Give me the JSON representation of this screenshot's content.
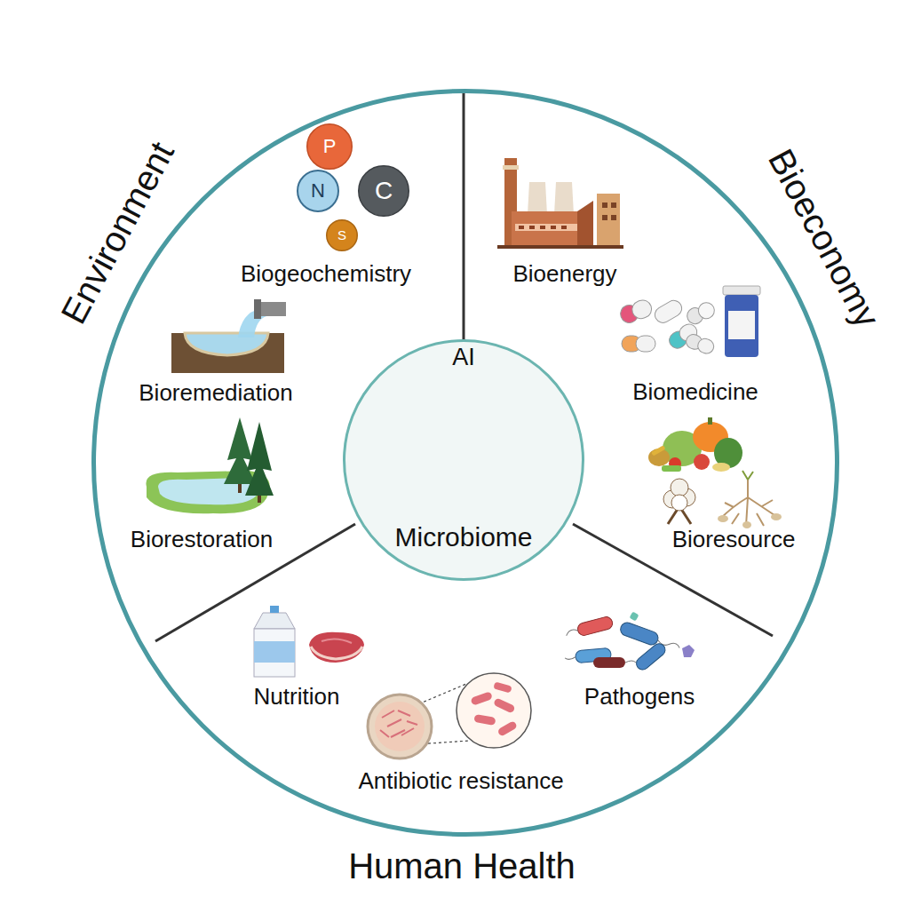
{
  "diagram": {
    "nodes": [
      {
        "text": [
          "Environment",
          "Bioeconomy",
          "Human Health"
        ]
      },
      {
        "text": [
          "P"
        ],
        "in": 0
      },
      {
        "text": [
          "N"
        ],
        "in": 0
      },
      {
        "text": [
          "C"
        ],
        "in": 0
      },
      {
        "text": [
          "S"
        ],
        "in": 0
      },
      {
        "text": [
          "AI",
          "Microbiome"
        ],
        "in": 0
      }
    ],
    "labels": [
      "Biogeochemistry",
      "Bioremediation",
      "Biorestoration",
      "Bioenergy",
      "Biomedicine",
      "Bioresource",
      "Nutrition",
      "Antibiotic resistance",
      "Pathogens"
    ]
  }
}
